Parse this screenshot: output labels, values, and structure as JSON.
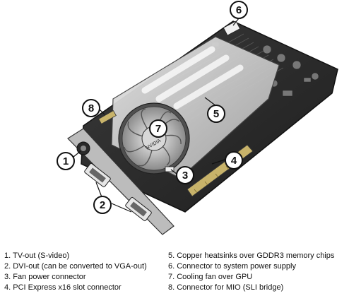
{
  "callouts": [
    "1",
    "2",
    "3",
    "4",
    "5",
    "6",
    "7",
    "8"
  ],
  "logo_text": "NVIDIA",
  "legend": [
    "1. TV-out (S-video)",
    "2. DVI-out (can be converted to VGA-out)",
    "3. Fan power connector",
    "4. PCI Express x16 slot connector",
    "5. Copper heatsinks over GDDR3 memory chips",
    "6. Connector to system power supply",
    "7. Cooling fan over GPU",
    "8. Connector for MIO (SLI bridge)"
  ]
}
